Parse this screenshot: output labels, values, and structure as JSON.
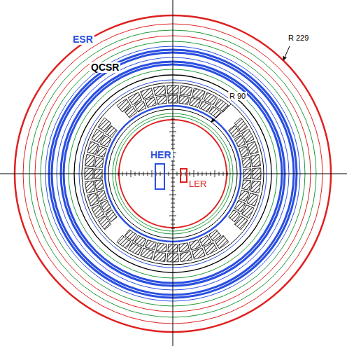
{
  "diagram": {
    "labels": [
      "ESR",
      "QCSR",
      "R 229",
      "R 90",
      "HER",
      "LER"
    ]
  }
}
